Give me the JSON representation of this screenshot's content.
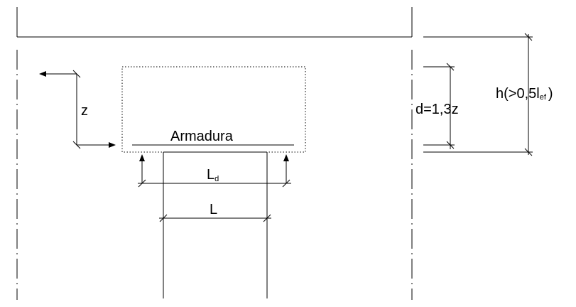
{
  "labels": {
    "z": "z",
    "armadura": "Armadura",
    "ld_main": "L",
    "ld_sub": "d",
    "l": "L",
    "d_eq": "d=1,3z",
    "h_prefix": "h(>0,5l",
    "h_sub": "ef",
    "h_suffix": ")"
  },
  "colors": {
    "line": "#000000",
    "background": "#ffffff"
  }
}
